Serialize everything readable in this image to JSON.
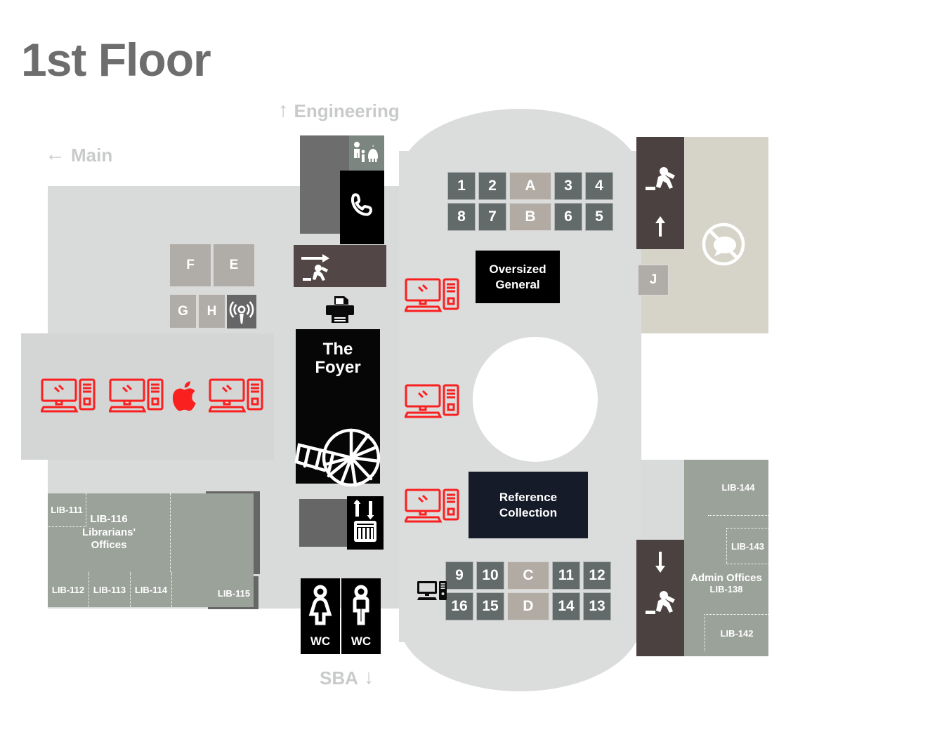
{
  "page": {
    "title": "1st Floor",
    "title_color": "#6d6d6d",
    "background": "#ffffff"
  },
  "directions": [
    {
      "name": "engineering",
      "arrow": "↑",
      "label": "Engineering",
      "position": "top-center"
    },
    {
      "name": "main",
      "arrow": "←",
      "label": "Main",
      "position": "top-left"
    },
    {
      "name": "sba",
      "arrow": "↓",
      "label": "SBA",
      "position": "bottom-center"
    }
  ],
  "colors": {
    "floor_light": "#dbdcdc",
    "floor_left": "#d9dada",
    "floor_beige": "#d6d4c8",
    "study_room": "#636b6a",
    "group_room": "#b1aba4",
    "lettered_room": "#b0aca8",
    "office": "#9ba29a",
    "dark_panel": "#000000",
    "exit_panel": "#4b4140",
    "grey_panel": "#666666",
    "reference_navy": "#161b29",
    "lock_panel": "#2b2422",
    "accent_red": "#fa2020",
    "label_grey": "#c9cbcb"
  },
  "study_rooms": {
    "top_grid": {
      "row1": [
        "1",
        "2",
        "A",
        "3",
        "4"
      ],
      "row2": [
        "8",
        "7",
        "B",
        "6",
        "5"
      ],
      "group_cells": [
        "A",
        "B"
      ]
    },
    "bottom_grid": {
      "row1": [
        "9",
        "10",
        "C",
        "11",
        "12"
      ],
      "row2": [
        "16",
        "15",
        "D",
        "14",
        "13"
      ],
      "group_cells": [
        "C",
        "D"
      ]
    }
  },
  "lettered_rooms": [
    {
      "name": "room-f",
      "label": "F"
    },
    {
      "name": "room-e",
      "label": "E"
    },
    {
      "name": "room-g",
      "label": "G"
    },
    {
      "name": "room-h",
      "label": "H"
    },
    {
      "name": "room-j",
      "label": "J"
    }
  ],
  "collections": [
    {
      "name": "oversized-general",
      "label_line1": "Oversized",
      "label_line2": "General",
      "color": "#000000"
    },
    {
      "name": "reference-collection",
      "label_line1": "Reference",
      "label_line2": "Collection",
      "color": "#161b29"
    }
  ],
  "foyer": {
    "label_line1": "The",
    "label_line2": "Foyer"
  },
  "restrooms": [
    {
      "name": "wc-female",
      "label": "WC",
      "icon": "female-figure-icon"
    },
    {
      "name": "wc-male",
      "label": "WC",
      "icon": "male-figure-icon"
    }
  ],
  "librarians_offices": {
    "main_label_line1": "LIB-116",
    "main_label_line2": "Librarians'",
    "main_label_line3": "Offices",
    "rooms": [
      "LIB-111",
      "LIB-112",
      "LIB-113",
      "LIB-114",
      "LIB-115"
    ]
  },
  "admin_offices": {
    "title": "Admin Offices",
    "number": "LIB-138",
    "rooms": [
      "LIB-144",
      "LIB-143",
      "LIB-142"
    ]
  },
  "icons": [
    {
      "name": "prayer-room-icon",
      "semantic": "prayer-room"
    },
    {
      "name": "telephone-icon",
      "semantic": "public-telephone"
    },
    {
      "name": "exit-run-icon",
      "semantic": "emergency-exit"
    },
    {
      "name": "printer-icon",
      "semantic": "printer"
    },
    {
      "name": "elevator-icon",
      "semantic": "elevator-up-down"
    },
    {
      "name": "spiral-stair-icon",
      "semantic": "spiral-staircase"
    },
    {
      "name": "lock-icon",
      "semantic": "restricted-locked-room"
    },
    {
      "name": "podcast-icon",
      "semantic": "podcast-recording-booth"
    },
    {
      "name": "no-talking-icon",
      "semantic": "quiet-zone"
    },
    {
      "name": "pc-workstation-icon",
      "semantic": "computer-workstation"
    },
    {
      "name": "apple-logo-icon",
      "semantic": "mac-workstation"
    }
  ]
}
